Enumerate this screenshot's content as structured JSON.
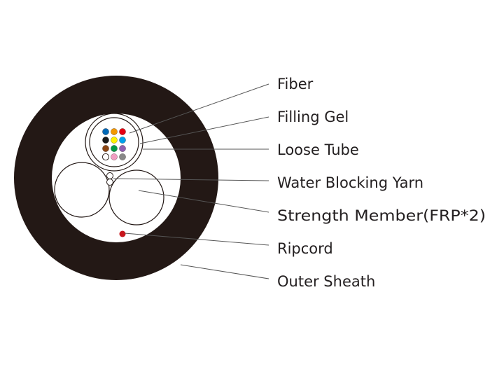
{
  "labels": {
    "fiber": "Fiber",
    "filling_gel": "Filling Gel",
    "loose_tube": "Loose Tube",
    "water_blocking_yarn": "Water Blocking Yarn",
    "strength_member": "Strength Member(FRP*2)",
    "ripcord": "Ripcord",
    "outer_sheath": "Outer Sheath"
  },
  "colors": {
    "sheath": "#231815",
    "text": "#231f20",
    "ripcord": "#c8161d",
    "fiber_colors": [
      "#0068b7",
      "#f39800",
      "#e60012",
      "#1a1a1a",
      "#fff100",
      "#00a0e9",
      "#8b4513",
      "#009944",
      "#8f5fb0",
      "#ffffff",
      "#f19ec2",
      "#888888"
    ]
  }
}
